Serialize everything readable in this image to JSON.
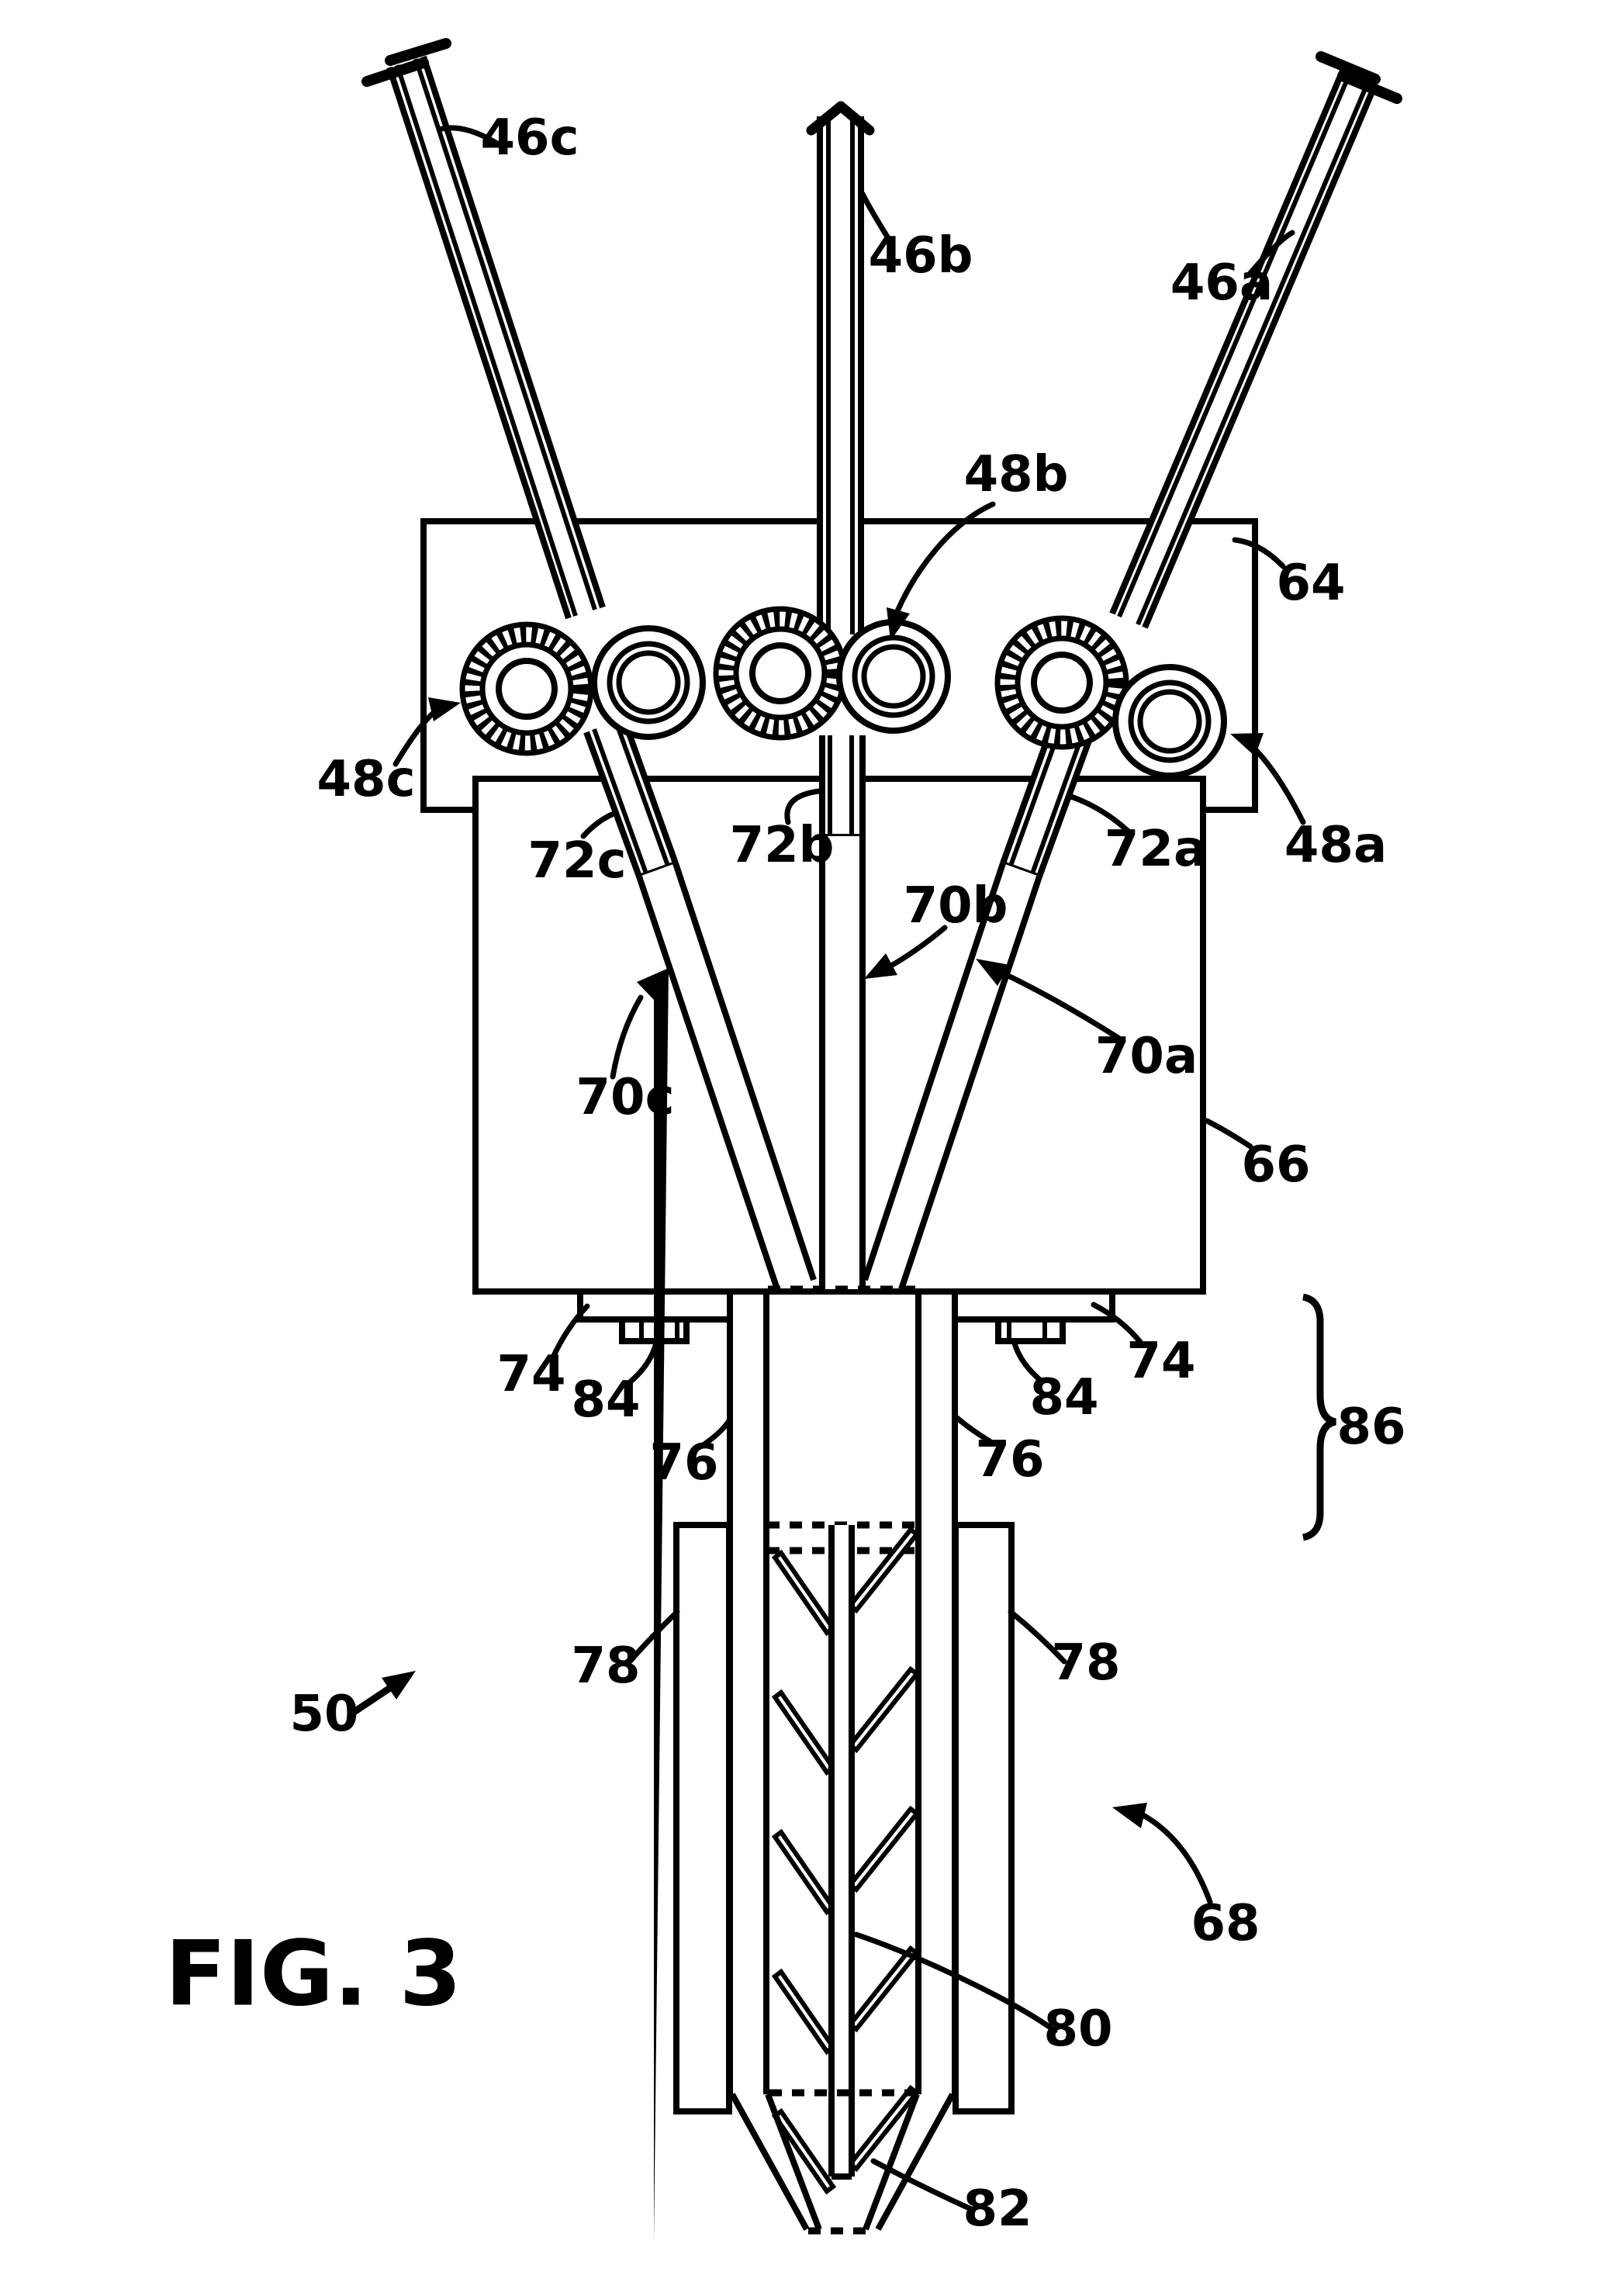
{
  "figure": {
    "caption": "FIG. 3",
    "background_color": "#ffffff",
    "line_color": "#000000",
    "description_labels_present": 28
  },
  "labels": {
    "l46c": {
      "text": "46c"
    },
    "l46b": {
      "text": "46b"
    },
    "l46a": {
      "text": "46a"
    },
    "l48b": {
      "text": "48b"
    },
    "l48c": {
      "text": "48c"
    },
    "l48a": {
      "text": "48a"
    },
    "l64": {
      "text": "64"
    },
    "l72c": {
      "text": "72c"
    },
    "l72b": {
      "text": "72b"
    },
    "l72a": {
      "text": "72a"
    },
    "l70b": {
      "text": "70b"
    },
    "l70c": {
      "text": "70c"
    },
    "l70a": {
      "text": "70a"
    },
    "l66": {
      "text": "66"
    },
    "l74L": {
      "text": "74"
    },
    "l74R": {
      "text": "74"
    },
    "l84L": {
      "text": "84"
    },
    "l84R": {
      "text": "84"
    },
    "l76L": {
      "text": "76"
    },
    "l76R": {
      "text": "76"
    },
    "l86": {
      "text": "86"
    },
    "l78L": {
      "text": "78"
    },
    "l78R": {
      "text": "78"
    },
    "l50": {
      "text": "50"
    },
    "l68": {
      "text": "68"
    },
    "l80": {
      "text": "80"
    },
    "l82": {
      "text": "82"
    },
    "caption": {
      "text": "FIG. 3"
    }
  }
}
